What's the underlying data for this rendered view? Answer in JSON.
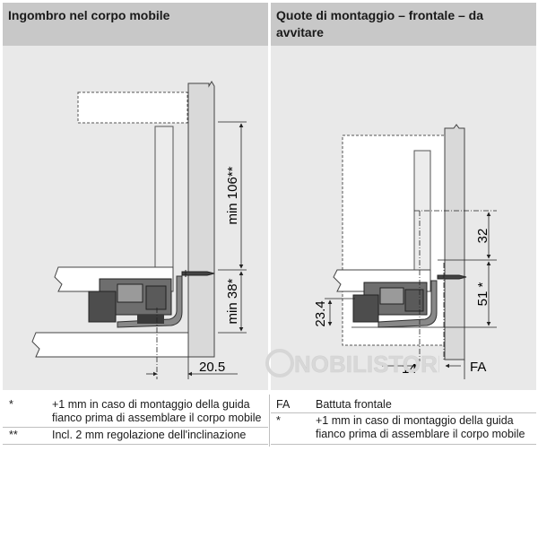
{
  "left_panel": {
    "title": "Ingombro nel corpo mobile",
    "dims": {
      "min_106": "min 106**",
      "min_38": "min 38*",
      "d_20_5": "20.5"
    }
  },
  "right_panel": {
    "title": "Quote di montaggio – frontale – da avvitare",
    "dims": {
      "d_32": "32",
      "d_51": "51 *",
      "d_23_4": "23.4",
      "d_14": "14",
      "fa": "FA"
    }
  },
  "watermark": "NOBILISTORE",
  "footnotes_left": [
    {
      "mark": "*",
      "lines": [
        "+1 mm in caso di montaggio della guida",
        "fianco prima di assemblare il corpo mobile"
      ]
    },
    {
      "mark": "**",
      "lines": [
        "Incl. 2 mm regolazione dell'inclinazione"
      ]
    }
  ],
  "footnotes_right": [
    {
      "mark": "FA",
      "lines": [
        "Battuta frontale"
      ]
    },
    {
      "mark": "*",
      "lines": [
        "+1 mm in caso di montaggio della guida",
        "fianco prima di assemblare il corpo mobile"
      ]
    }
  ],
  "colors": {
    "panel_bg": "#e9e9e9",
    "header_bg": "#c8c8c8",
    "board": "#ffffff",
    "runner": "#3a3a3a"
  }
}
